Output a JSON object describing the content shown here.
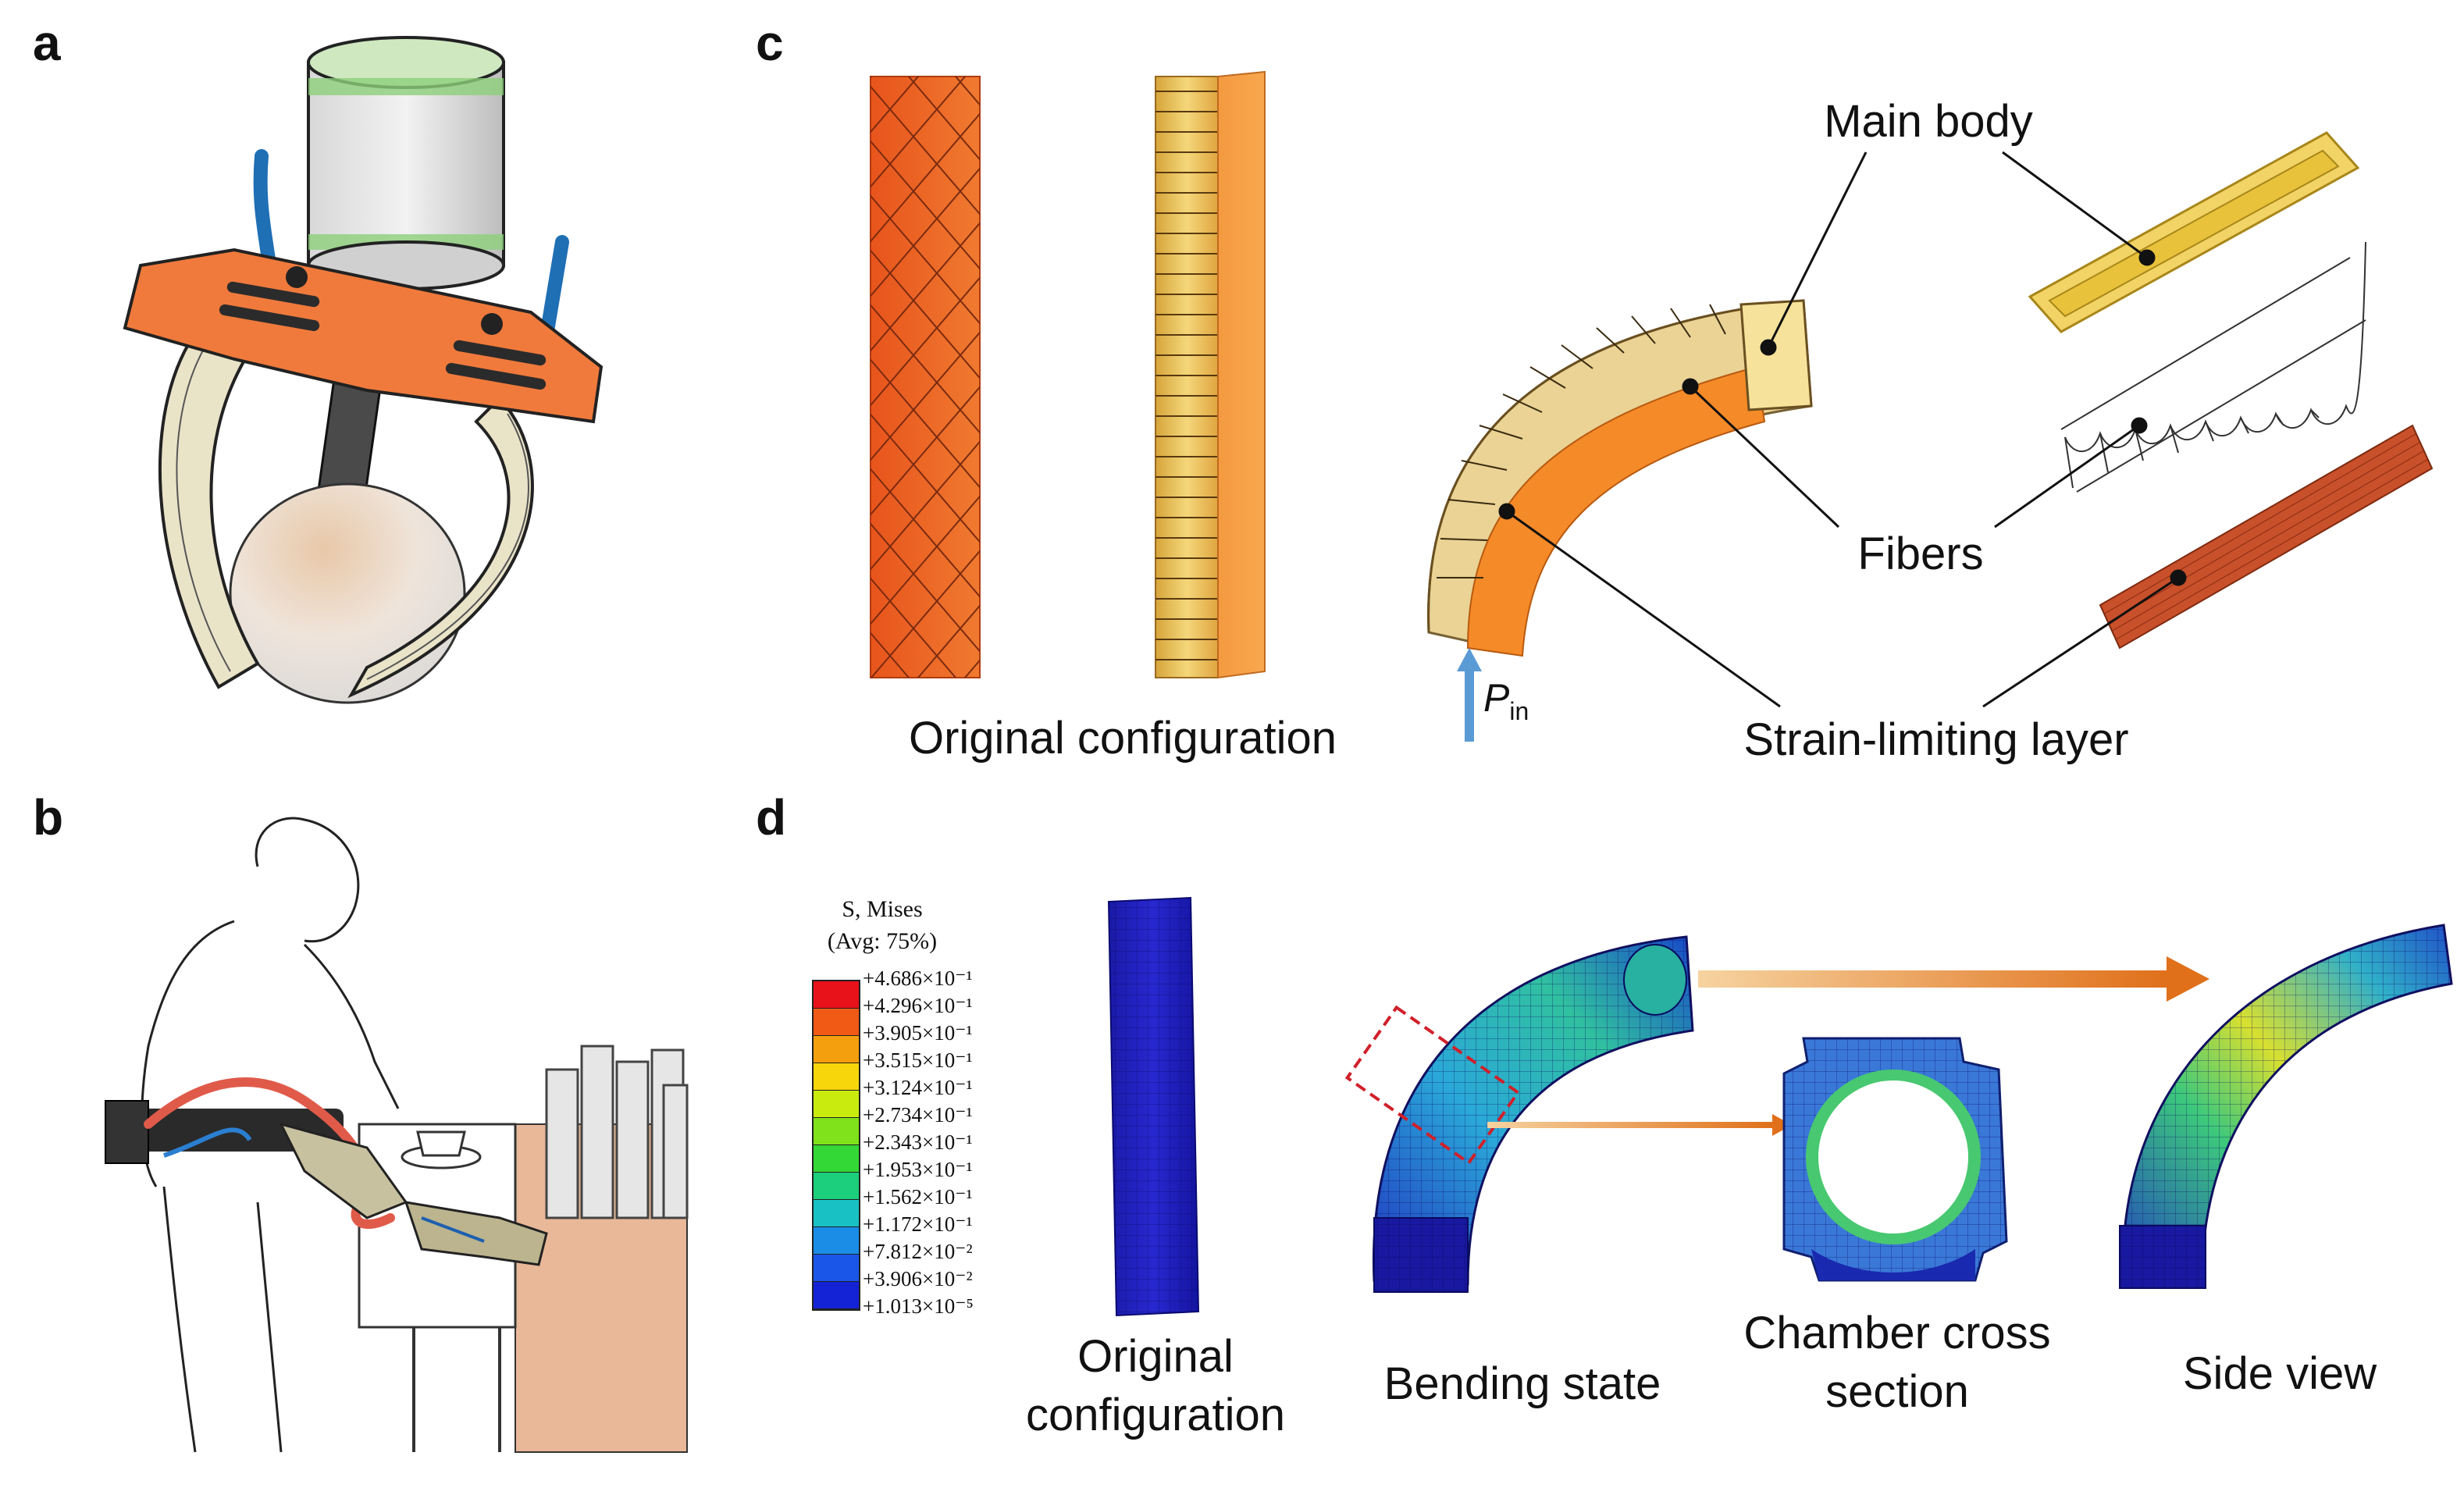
{
  "panels": {
    "a": {
      "label": "a"
    },
    "b": {
      "label": "b"
    },
    "c": {
      "label": "c",
      "original_caption": "Original configuration",
      "main_body": "Main body",
      "fibers": "Fibers",
      "strain_limiting": "Strain-limiting layer",
      "pressure_symbol": "P",
      "pressure_sub": "in"
    },
    "d": {
      "label": "d",
      "legend_title_1": "S, Mises",
      "legend_title_2": "(Avg: 75%)",
      "legend_values": [
        "+4.686×10⁻¹",
        "+4.296×10⁻¹",
        "+3.905×10⁻¹",
        "+3.515×10⁻¹",
        "+3.124×10⁻¹",
        "+2.734×10⁻¹",
        "+2.343×10⁻¹",
        "+1.953×10⁻¹",
        "+1.562×10⁻¹",
        "+1.172×10⁻¹",
        "+7.812×10⁻²",
        "+3.906×10⁻²",
        "+1.013×10⁻⁵"
      ],
      "legend_colors": [
        "#e8121a",
        "#f05a14",
        "#f4a00e",
        "#f8d60c",
        "#c9ec0e",
        "#7fe21a",
        "#34d836",
        "#1ccf7c",
        "#18c2c4",
        "#1b8de6",
        "#1a56e8",
        "#1423d6"
      ],
      "original_caption_1": "Original",
      "original_caption_2": "configuration",
      "bending_caption": "Bending state",
      "chamber_caption_1": "Chamber cross",
      "chamber_caption_2": "section",
      "side_caption": "Side view"
    }
  }
}
